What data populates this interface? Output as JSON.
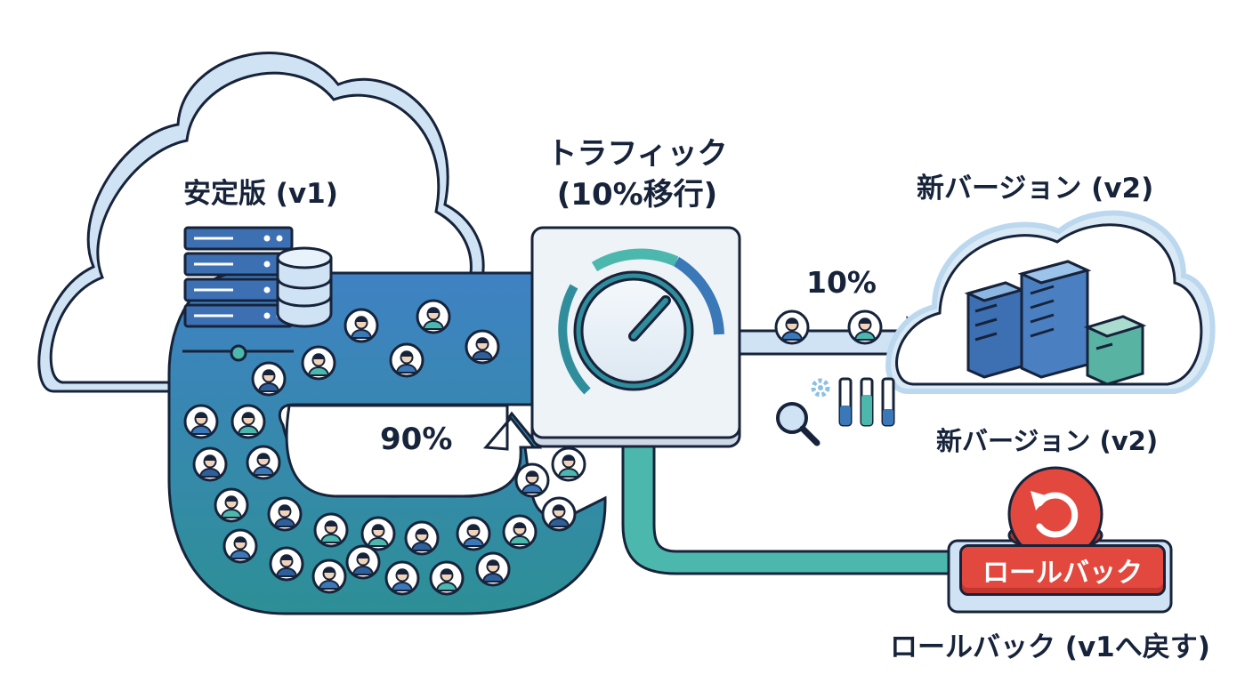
{
  "labels": {
    "stable": "安定版 (v1)",
    "traffic_line1": "トラフィック",
    "traffic_line2": "(10%移行)",
    "new_version_top": "新バージョン (v2)",
    "new_version_bottom": "新バージョン (v2)",
    "rollback_caption": "ロールバック (v1へ戻す)"
  },
  "split": {
    "stable_percent": "90%",
    "canary_percent": "10%"
  },
  "rollback_button": {
    "label": "ロールバック"
  },
  "colors": {
    "outline": "#17233a",
    "cloud_fill": "#ffffff",
    "cloud_edge": "#bcd8ee",
    "flow_blue": "#3a78b8",
    "flow_teal": "#2f8d9c",
    "teal_line": "#4cb8ad",
    "arrow_light": "#cfe3f5",
    "rollback_red": "#e2483d",
    "server_blue": "#3d6fb3",
    "server_teal": "#58b3a2"
  },
  "icons": [
    "server-rack-icon",
    "database-icon",
    "traffic-dial-icon",
    "user-icon",
    "search-icon",
    "gear-icon",
    "metrics-bars-icon",
    "rollback-icon"
  ]
}
